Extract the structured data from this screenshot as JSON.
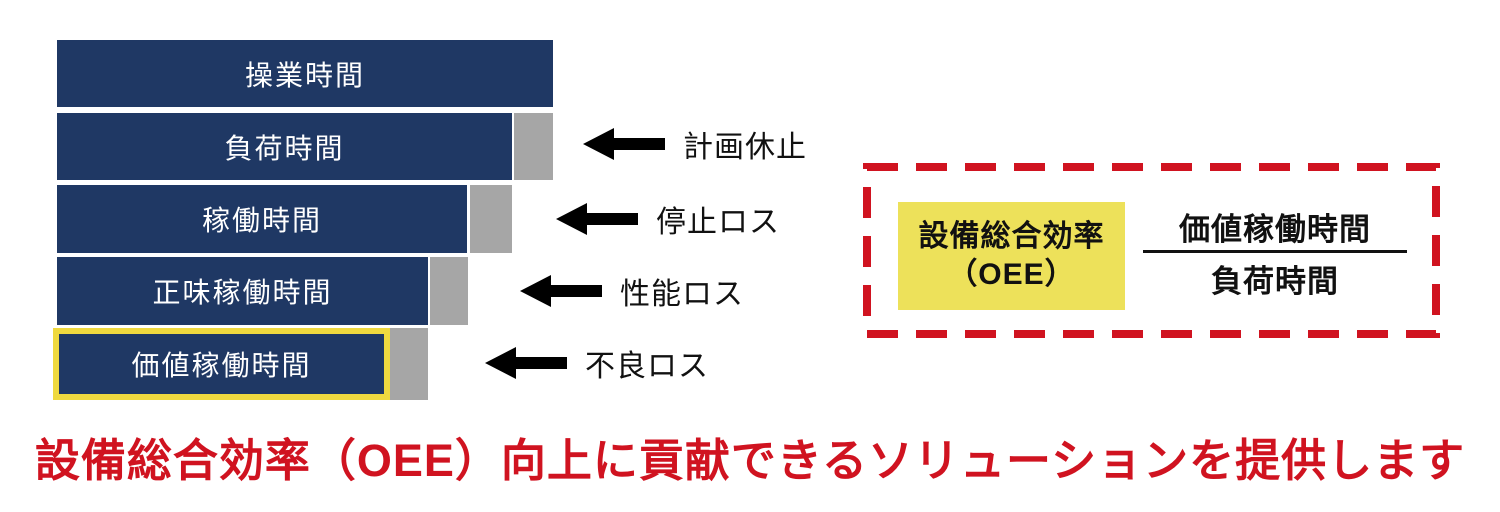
{
  "colors": {
    "navy_bar": "#1F3864",
    "gray_loss_block": "#A6A6A6",
    "yellow_highlight_border": "#EFD93F",
    "yellow_oee_box": "#EDE15A",
    "red_accent": "#D01320",
    "bar_text": "#FFFFFF",
    "black_text": "#111111"
  },
  "waterfall": {
    "bars": [
      {
        "label": "操業時間"
      },
      {
        "label": "負荷時間"
      },
      {
        "label": "稼働時間"
      },
      {
        "label": "正味稼働時間"
      },
      {
        "label": "価値稼働時間"
      }
    ]
  },
  "losses": [
    {
      "label": "計画休止"
    },
    {
      "label": "停止ロス"
    },
    {
      "label": "性能ロス"
    },
    {
      "label": "不良ロス"
    }
  ],
  "formula": {
    "title_line1": "設備総合効率",
    "title_line2": "（OEE）",
    "numerator": "価値稼働時間",
    "denominator": "負荷時間"
  },
  "footer": {
    "text": "設備総合効率（OEE）向上に貢献できるソリューションを提供します"
  }
}
